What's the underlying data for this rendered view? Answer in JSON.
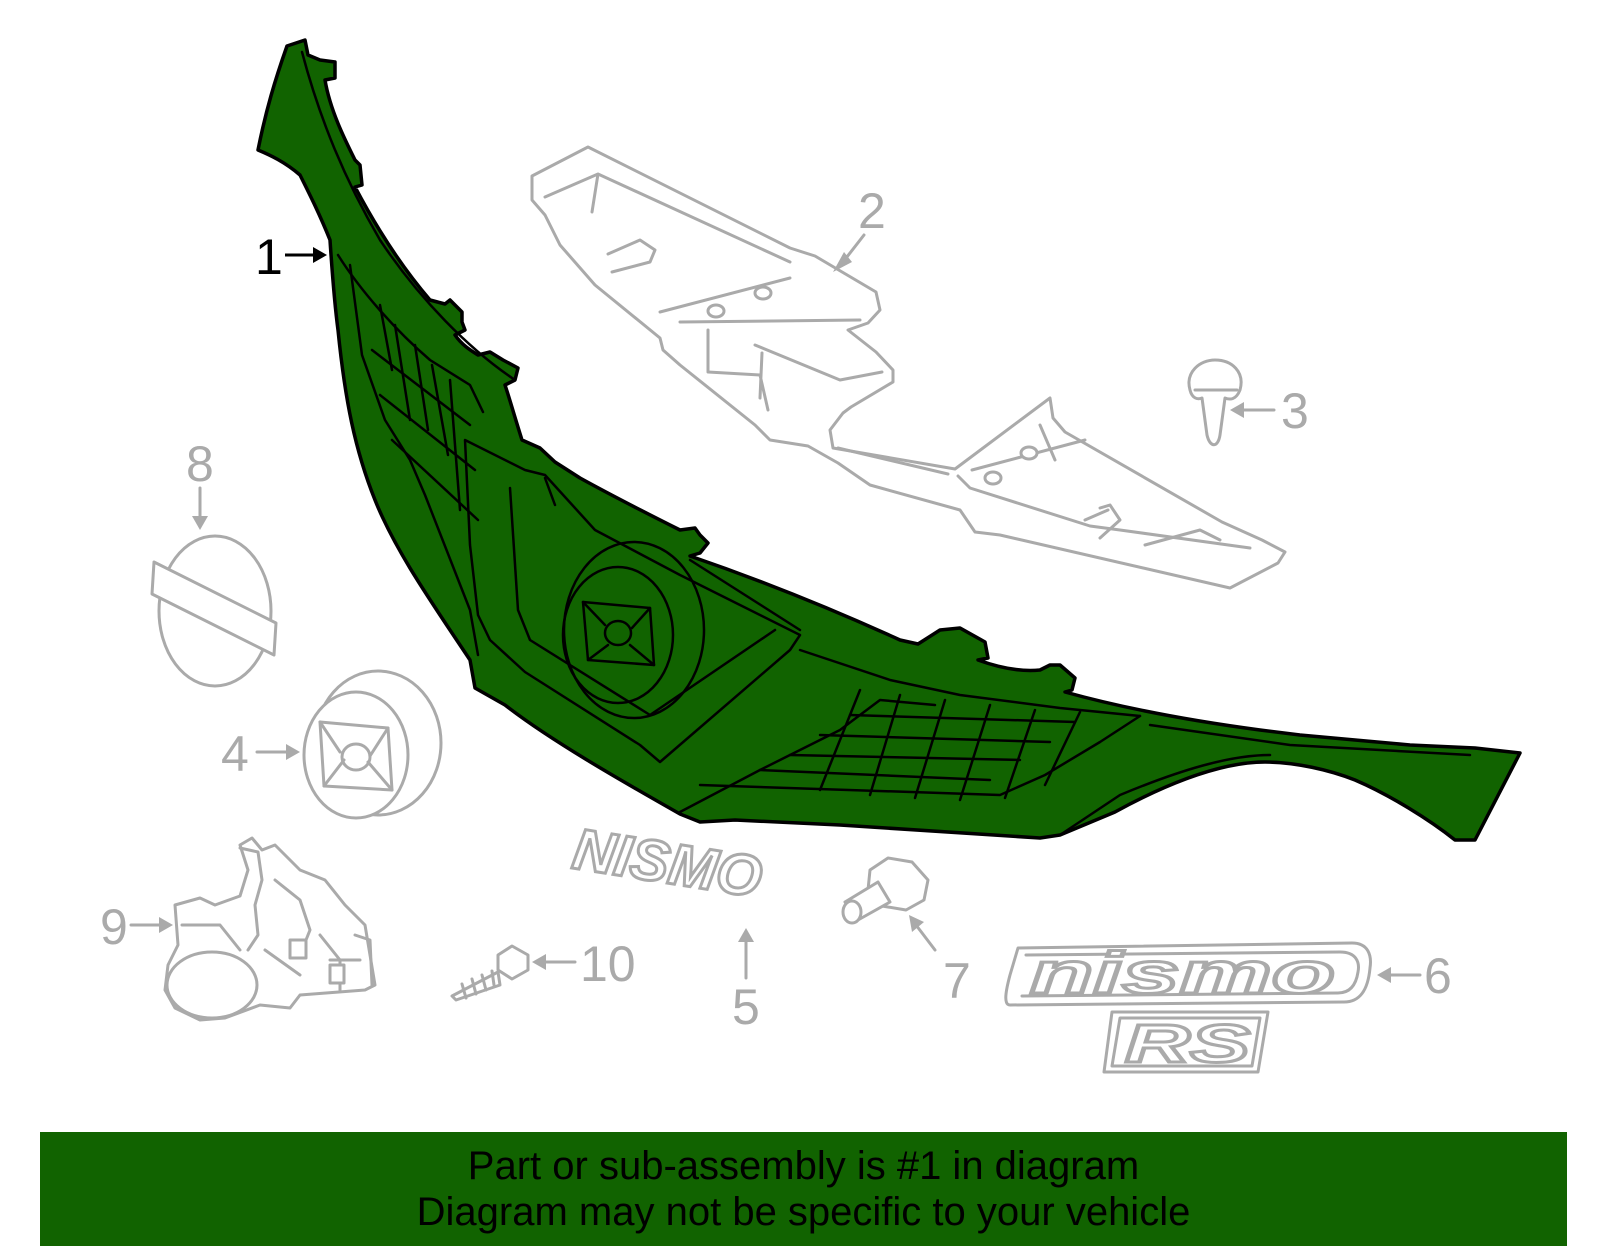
{
  "colors": {
    "highlight": "#116300",
    "ghost_stroke": "#aaaaaa",
    "outline": "#000000",
    "banner_bg": "#116300",
    "banner_text": "#000000"
  },
  "callouts": [
    {
      "id": "1",
      "label": "1",
      "highlighted": true
    },
    {
      "id": "2",
      "label": "2",
      "highlighted": false
    },
    {
      "id": "3",
      "label": "3",
      "highlighted": false
    },
    {
      "id": "4",
      "label": "4",
      "highlighted": false
    },
    {
      "id": "5",
      "label": "5",
      "highlighted": false
    },
    {
      "id": "6",
      "label": "6",
      "highlighted": false
    },
    {
      "id": "7",
      "label": "7",
      "highlighted": false
    },
    {
      "id": "8",
      "label": "8",
      "highlighted": false
    },
    {
      "id": "9",
      "label": "9",
      "highlighted": false
    },
    {
      "id": "10",
      "label": "10",
      "highlighted": false
    }
  ],
  "emblems": {
    "nismo_badge": "NISMO",
    "nismo_script": "nismo",
    "rs_badge": "RS"
  },
  "banner": {
    "line1": "Part or sub-assembly is #1 in diagram",
    "line2": "Diagram may not be specific to your vehicle"
  }
}
